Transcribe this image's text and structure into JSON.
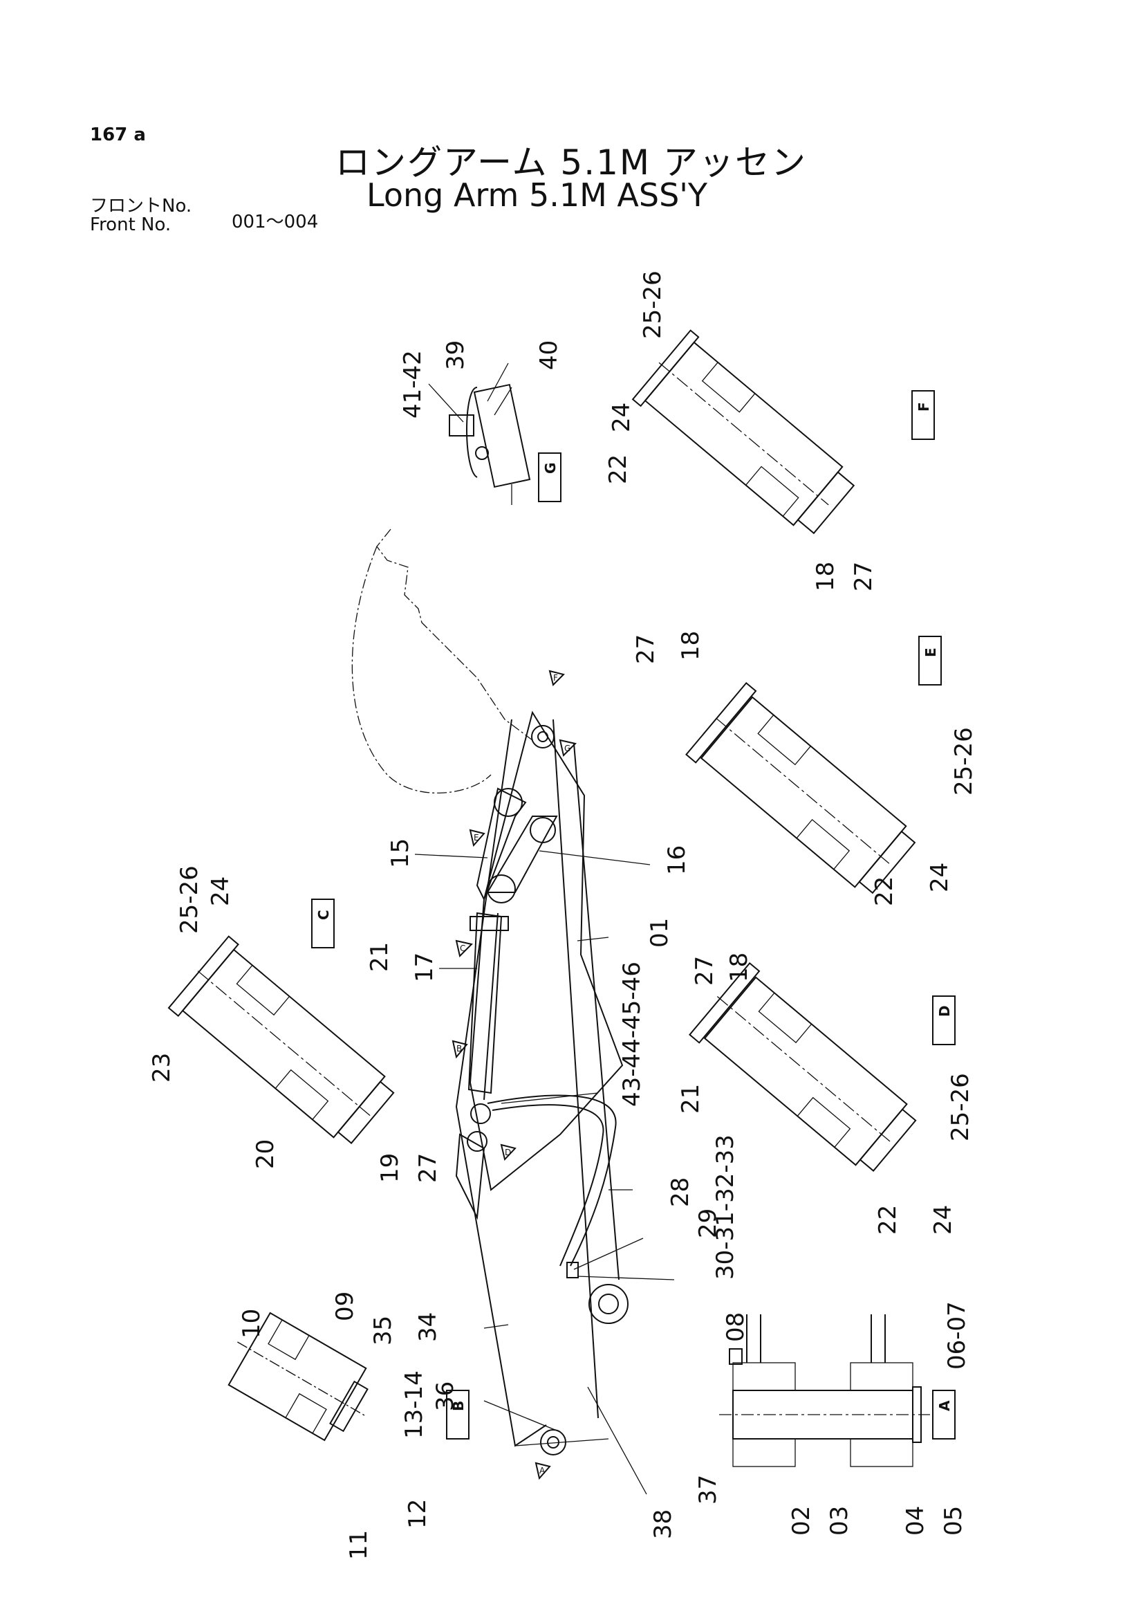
{
  "header": {
    "page_no": "167 a",
    "title_jp": "ロングアーム 5.1M アッセン",
    "title_en": "Long Arm 5.1M ASS'Y",
    "front_label_jp": "フロントNo.",
    "front_label_en": "Front No.",
    "front_value": "001～004"
  },
  "sections": [
    "A",
    "B",
    "C",
    "D",
    "E",
    "F",
    "G"
  ],
  "callouts": {
    "c01": "01",
    "c02": "02",
    "c03": "03",
    "c04": "04",
    "c05": "05",
    "c0607": "06-07",
    "c08": "08",
    "c09": "09",
    "c10": "10",
    "c11": "11",
    "c12": "12",
    "c1314": "13-14",
    "c15": "15",
    "c16": "16",
    "c17": "17",
    "c18a": "18",
    "c18b": "18",
    "c18c": "18",
    "c19": "19",
    "c20": "20",
    "c21a": "21",
    "c21b": "21",
    "c22a": "22",
    "c22b": "22",
    "c22c": "22",
    "c23": "23",
    "c24a": "24",
    "c24b": "24",
    "c24c": "24",
    "c24d": "24",
    "c2526a": "25-26",
    "c2526b": "25-26",
    "c2526c": "25-26",
    "c2526d": "25-26",
    "c27a": "27",
    "c27b": "27",
    "c27c": "27",
    "c27d": "27",
    "c28": "28",
    "c29": "29",
    "c30": "30-31-32-33",
    "c34": "34",
    "c35": "35",
    "c36": "36",
    "c37": "37",
    "c38": "38",
    "c39": "39",
    "c40": "40",
    "c4142": "41-42",
    "c43": "43-44-45-46"
  }
}
